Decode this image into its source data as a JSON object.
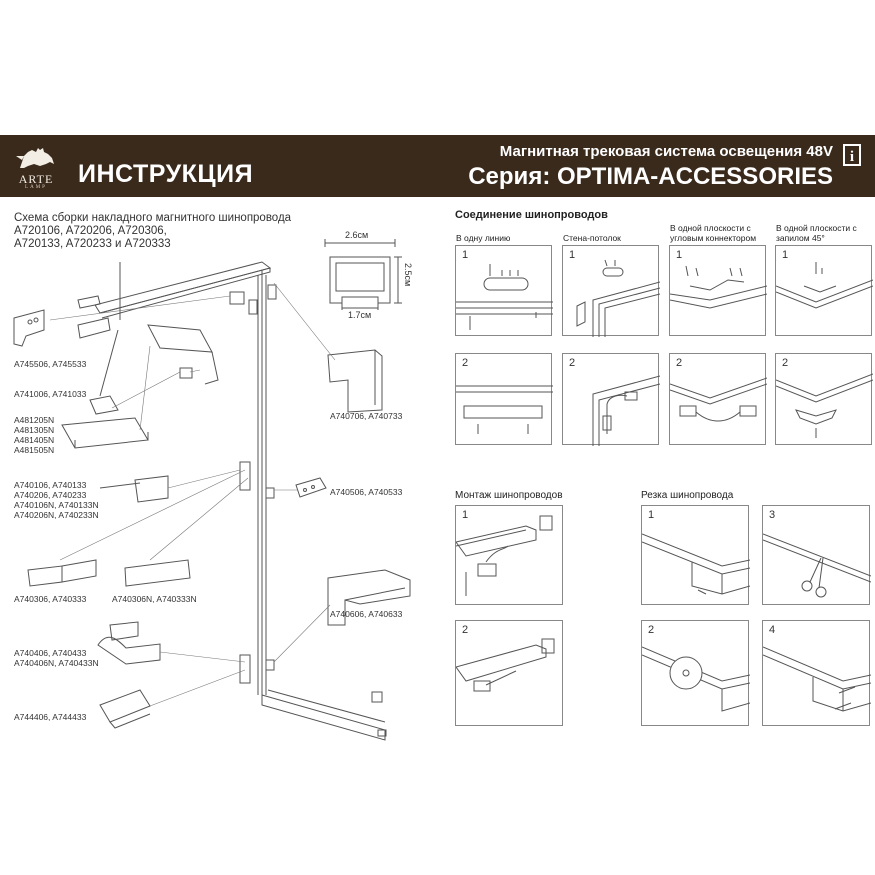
{
  "header": {
    "logo_text": "ARTE",
    "logo_sub": "LAMP",
    "title": "ИНСТРУКЦИЯ",
    "system": "Магнитная трековая система освещения 48V",
    "series": "Серия: OPTIMA-ACCESSORIES",
    "info_glyph": "i"
  },
  "scheme": {
    "caption": "Схема  сборки накладного магнитного шинопровода\nA720106, A720206, A720306,\nA720133, A720233 и A720333"
  },
  "labels": {
    "a745": "A745506, A745533",
    "a741": "A741006, A741033",
    "a481": "A481205N\nA481305N\nA481405N\nA481505N",
    "a740106": "A740106, A740133\nA740206, A740233\nA740106N, A740133N\nA740206N, A740233N",
    "a740306": "A740306, A740333",
    "a740306n": "A740306N, A740333N",
    "a740406": "A740406, A740433\nA740406N, A740433N",
    "a744": "A744406, A744433",
    "a740706": "A740706, A740733",
    "a740506": "A740506, A740533",
    "a740606": "A740606, A740633"
  },
  "profile": {
    "width_top": "2.6см",
    "height": "2.5см",
    "width_bottom": "1.7см"
  },
  "connection": {
    "title": "Соединение шинопроводов",
    "columns": [
      "В одну линию",
      "Стена-потолок",
      "В одной плоскости с угловым коннектором",
      "В одной плоскости с запилом 45°"
    ],
    "steps": [
      "1",
      "2"
    ]
  },
  "mounting": {
    "title": "Монтаж шинопроводов",
    "steps": [
      "1",
      "2"
    ]
  },
  "cutting": {
    "title": "Резка шинопровода",
    "steps": [
      "1",
      "3",
      "2",
      "4"
    ]
  },
  "colors": {
    "banner": "#3a2a1c",
    "line": "#555555"
  }
}
